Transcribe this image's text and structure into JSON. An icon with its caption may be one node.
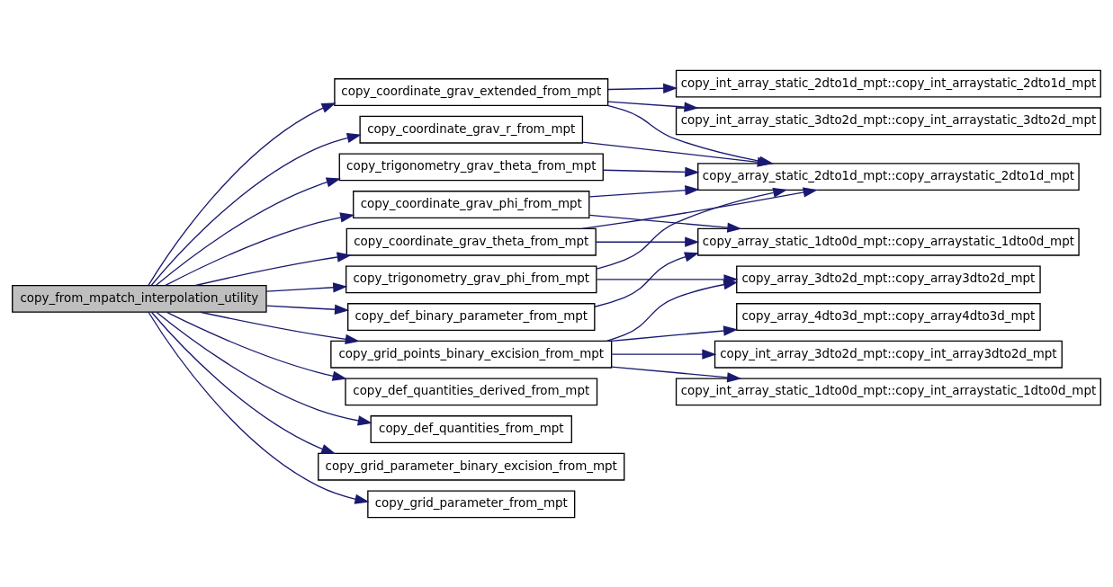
{
  "diagram": {
    "nodes": [
      {
        "text": [
          "copy_from_mpatch_interpolation_utility"
        ]
      },
      {
        "text": [
          "copy_coordinate_grav_extended_from_mpt"
        ]
      },
      {
        "text": [
          "copy_coordinate_grav_r_from_mpt"
        ]
      },
      {
        "text": [
          "copy_trigonometry_grav_theta_from_mpt"
        ]
      },
      {
        "text": [
          "copy_coordinate_grav_phi_from_mpt"
        ]
      },
      {
        "text": [
          "copy_coordinate_grav_theta_from_mpt"
        ]
      },
      {
        "text": [
          "copy_trigonometry_grav_phi_from_mpt"
        ]
      },
      {
        "text": [
          "copy_def_binary_parameter_from_mpt"
        ]
      },
      {
        "text": [
          "copy_grid_points_binary_excision_from_mpt"
        ]
      },
      {
        "text": [
          "copy_def_quantities_derived_from_mpt"
        ]
      },
      {
        "text": [
          "copy_def_quantities_from_mpt"
        ]
      },
      {
        "text": [
          "copy_grid_parameter_binary_excision_from_mpt"
        ]
      },
      {
        "text": [
          "copy_grid_parameter_from_mpt"
        ]
      },
      {
        "text": [
          "copy_int_array_static_2dto1d_mpt::copy_int_arraystatic_2dto1d_mpt"
        ]
      },
      {
        "text": [
          "copy_int_array_static_3dto2d_mpt::copy_int_arraystatic_3dto2d_mpt"
        ]
      },
      {
        "text": [
          "copy_array_static_2dto1d_mpt::copy_arraystatic_2dto1d_mpt"
        ]
      },
      {
        "text": [
          "copy_array_static_1dto0d_mpt::copy_arraystatic_1dto0d_mpt"
        ]
      },
      {
        "text": [
          "copy_array_3dto2d_mpt::copy_array3dto2d_mpt"
        ]
      },
      {
        "text": [
          "copy_array_4dto3d_mpt::copy_array4dto3d_mpt"
        ]
      },
      {
        "text": [
          "copy_int_array_3dto2d_mpt::copy_int_array3dto2d_mpt"
        ]
      },
      {
        "text": [
          "copy_int_array_static_1dto0d_mpt::copy_int_arraystatic_1dto0d_mpt"
        ]
      }
    ],
    "edges": [
      {
        "from": 0,
        "to": 1,
        "arrow": "to"
      },
      {
        "from": 0,
        "to": 2,
        "arrow": "to"
      },
      {
        "from": 0,
        "to": 3,
        "arrow": "to"
      },
      {
        "from": 0,
        "to": 4,
        "arrow": "to"
      },
      {
        "from": 0,
        "to": 5,
        "arrow": "to"
      },
      {
        "from": 0,
        "to": 6,
        "arrow": "to"
      },
      {
        "from": 0,
        "to": 7,
        "arrow": "to"
      },
      {
        "from": 0,
        "to": 8,
        "arrow": "to"
      },
      {
        "from": 0,
        "to": 9,
        "arrow": "to"
      },
      {
        "from": 0,
        "to": 10,
        "arrow": "to"
      },
      {
        "from": 0,
        "to": 11,
        "arrow": "to"
      },
      {
        "from": 0,
        "to": 12,
        "arrow": "to"
      },
      {
        "from": 1,
        "to": 13,
        "arrow": "to"
      },
      {
        "from": 1,
        "to": 14,
        "arrow": "to"
      },
      {
        "from": 1,
        "to": 15,
        "arrow": "to"
      },
      {
        "from": 2,
        "to": 15,
        "arrow": "to"
      },
      {
        "from": 3,
        "to": 15,
        "arrow": "to"
      },
      {
        "from": 4,
        "to": 15,
        "arrow": "to"
      },
      {
        "from": 4,
        "to": 16,
        "arrow": "to"
      },
      {
        "from": 5,
        "to": 15,
        "arrow": "to"
      },
      {
        "from": 5,
        "to": 16,
        "arrow": "to"
      },
      {
        "from": 6,
        "to": 15,
        "arrow": "to"
      },
      {
        "from": 6,
        "to": 17,
        "arrow": "to"
      },
      {
        "from": 7,
        "to": 16,
        "arrow": "to"
      },
      {
        "from": 8,
        "to": 17,
        "arrow": "to"
      },
      {
        "from": 8,
        "to": 18,
        "arrow": "to"
      },
      {
        "from": 8,
        "to": 19,
        "arrow": "to"
      },
      {
        "from": 8,
        "to": 20,
        "arrow": "to"
      }
    ]
  }
}
